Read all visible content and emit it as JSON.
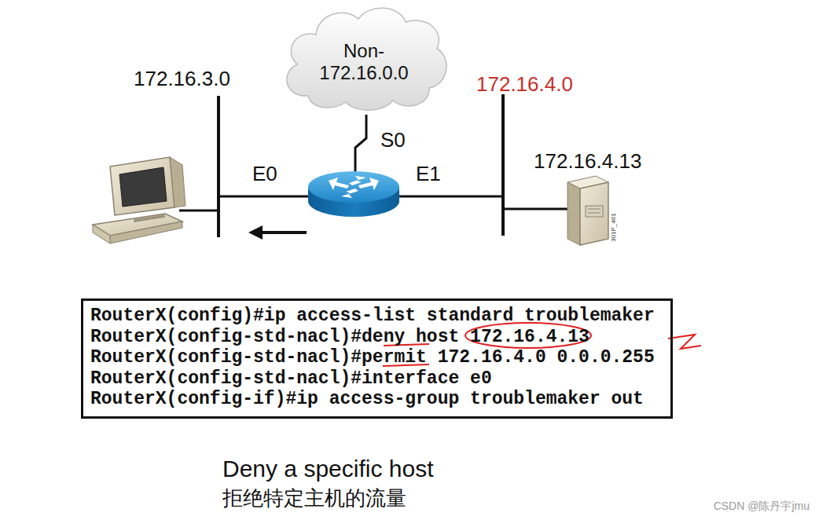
{
  "diagram": {
    "caption": "Deny a specific host",
    "nodes": [
      {
        "text": [
          "Non- 172.16.0.0"
        ]
      },
      {
        "text": [
          "RouterX(config)#ip access-list standard troublemaker",
          "RouterX(config-std-nacl)#deny host 172.16.4.13",
          "RouterX(config-std-nacl)#permit 172.16.4.0 0.0.0.255",
          "RouterX(config-std-nacl)#interface e0",
          "RouterX(config-if)#ip access-group troublemaker out"
        ]
      }
    ],
    "labels": [
      "172.16.3.0",
      "S0",
      "172.16.4.0",
      "E0",
      "E1",
      "172.16.4.13",
      "301P_461",
      "拒绝特定主机的流量",
      "CSDN @陈丹宇jmu"
    ]
  }
}
